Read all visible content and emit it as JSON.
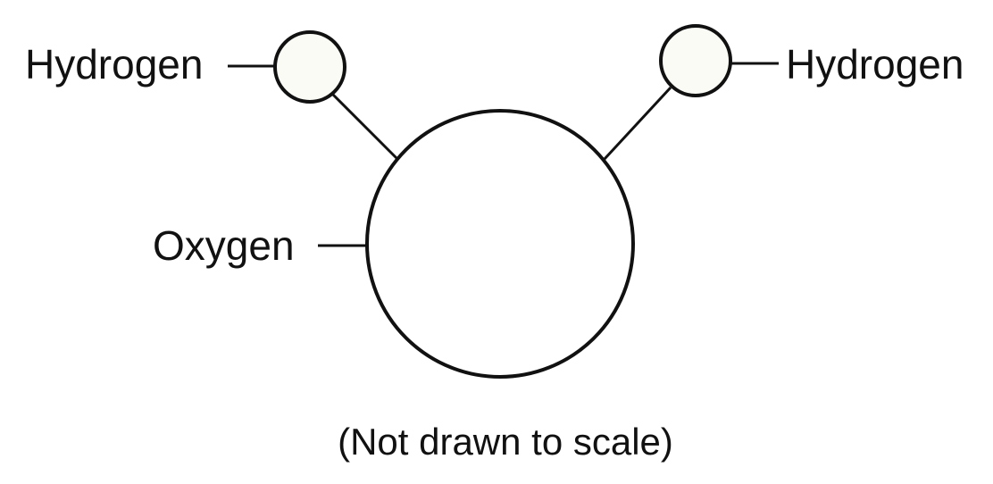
{
  "labels": {
    "hydrogen_left": "Hydrogen",
    "hydrogen_right": "Hydrogen",
    "oxygen": "Oxygen"
  },
  "caption": "(Not drawn to scale)"
}
